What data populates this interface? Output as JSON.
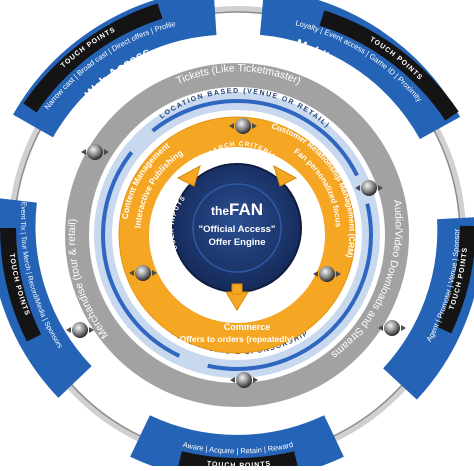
{
  "colors": {
    "blue": "#2563b7",
    "dark_blue": "#1d3d78",
    "black_tab": "#141414",
    "gray_ring": "#a2a2a2",
    "light_blue_ring": "#2f66c0",
    "orange": "#f5a623",
    "core_navy": "#1b2f66"
  },
  "icons": [
    "knob-icon",
    "double-arrow-icon"
  ],
  "touch_points": "TOUCH POINTS",
  "channels": {
    "web": {
      "title": "Web Access",
      "items": [
        "Narrow cast",
        "Broad cast",
        "Direct offers",
        "Profile"
      ]
    },
    "mobile": {
      "title": "Mobile App Access",
      "items": [
        "Loyalty",
        "Event access",
        "Game ID",
        "Proximity"
      ]
    },
    "events": {
      "title": "Events Access",
      "items": [
        "Agent",
        "Promoter",
        "Venue",
        "Sponsor"
      ]
    },
    "direct": {
      "title": "DIRECTtoFAN Access",
      "items": [
        "Aware",
        "Acquire",
        "Retain",
        "Reward"
      ]
    },
    "third_party": {
      "title": "3rd Party Sales Access",
      "items": [
        "Event Tix",
        "Tour Merch",
        "Record/Media",
        "Sponsors"
      ]
    }
  },
  "gray_ring": {
    "tickets": "Tickets (Like Ticketmaster)",
    "audio": "Audio/Video Downloads and Streams",
    "merch": "Merchandise (tour & retail)"
  },
  "blue_ring": {
    "location": "LOCATION BASED (VENUE OR RETAIL)",
    "advertising": "ADVERTISING & SPONSORSHIP"
  },
  "orange_ring": {
    "content_1": "Content Management",
    "content_2": "Interactive Publishing",
    "crm_1": "Customer Relationship Management (CRM)",
    "crm_2": "Fan personalized focus",
    "commerce_1": "Commerce",
    "commerce_2": "Offers to orders (repeatedly)"
  },
  "core": {
    "search": "SEARCH CRITERIA",
    "user_inputs": "USER INPUTS",
    "buying_habits": "BUYING HABITS",
    "brand_the": "the",
    "brand_fan": "FAN",
    "engine_1": "\"Official Access\"",
    "engine_2": "Offer Engine"
  }
}
